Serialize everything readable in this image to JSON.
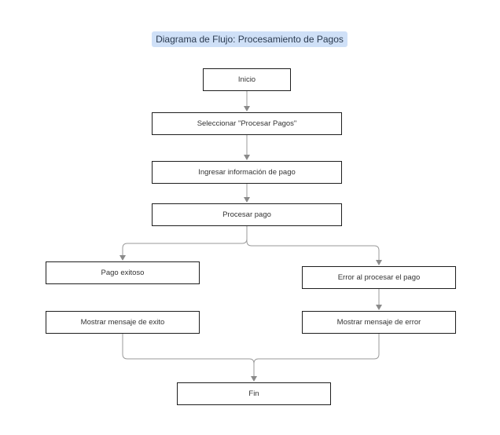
{
  "title": "Diagrama de Flujo: Procesamiento de Pagos",
  "colors": {
    "title_background": "#cfe0f7",
    "node_border": "#1e1e1e",
    "connector": "#9a9a9a"
  },
  "nodes": [
    {
      "id": "inicio",
      "label": "Inicio"
    },
    {
      "id": "seleccionar",
      "label": "Seleccionar \"Procesar Pagos\""
    },
    {
      "id": "ingresar",
      "label": "Ingresar información de pago"
    },
    {
      "id": "procesar",
      "label": "Procesar pago"
    },
    {
      "id": "exitoso",
      "label": "Pago exitoso"
    },
    {
      "id": "error",
      "label": "Error al procesar el pago"
    },
    {
      "id": "msg_exito",
      "label": "Mostrar mensaje de exito"
    },
    {
      "id": "msg_error",
      "label": "Mostrar mensaje de error"
    },
    {
      "id": "fin",
      "label": "Fin"
    }
  ],
  "edges": [
    {
      "from": "inicio",
      "to": "seleccionar"
    },
    {
      "from": "seleccionar",
      "to": "ingresar"
    },
    {
      "from": "ingresar",
      "to": "procesar"
    },
    {
      "from": "procesar",
      "to": "exitoso"
    },
    {
      "from": "procesar",
      "to": "error"
    },
    {
      "from": "error",
      "to": "msg_error"
    },
    {
      "from": "msg_exito",
      "to": "fin"
    },
    {
      "from": "msg_error",
      "to": "fin"
    }
  ]
}
